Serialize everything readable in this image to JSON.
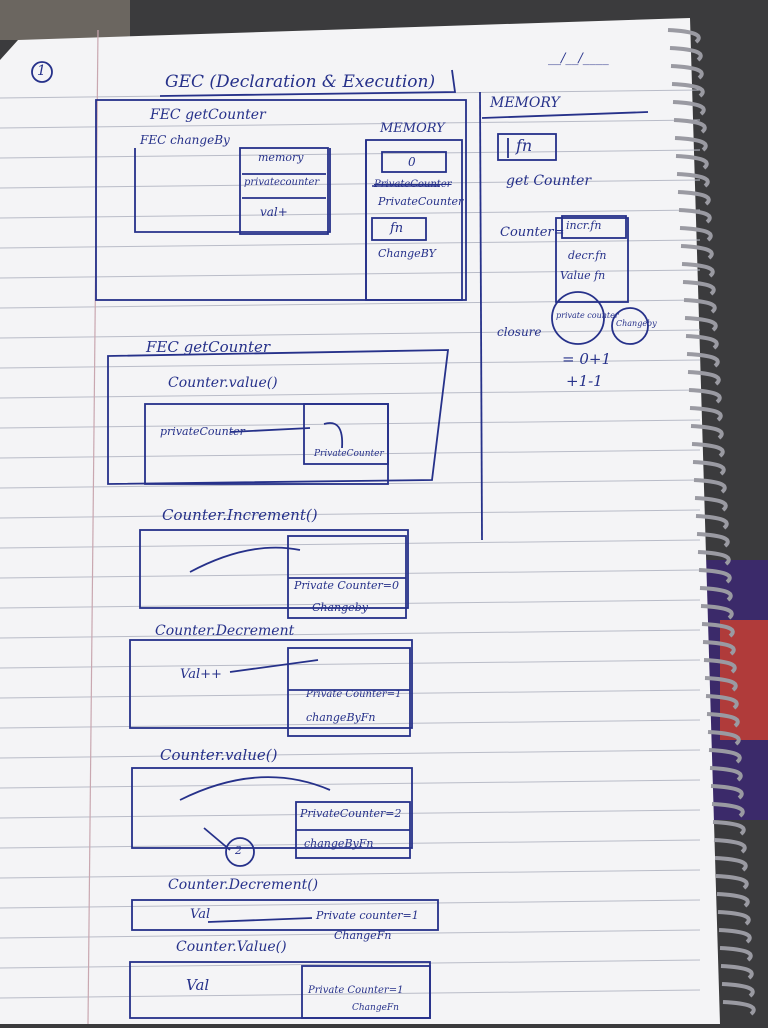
{
  "page": {
    "page_number": "1",
    "date_placeholder": "__/__/____",
    "title": "GEC (Declaration & Execution)"
  },
  "memory_column": {
    "heading": "MEMORY",
    "fn_box": "fn",
    "getCounter_label": "get Counter",
    "counter_label": "Counter=",
    "counter_items": [
      "incr.fn",
      "decr.fn",
      "Value fn"
    ],
    "closure_label": "closure",
    "closure_circle": "private counter",
    "closure_circle2": "Changeby",
    "eq_line1": "= 0+1",
    "eq_line2": "+1-1"
  },
  "fec_getCounter_top": {
    "label": "FEC getCounter",
    "inner_label": "FEC changeBy",
    "inner_rows": [
      "memory",
      "privatecounter",
      "val+"
    ],
    "memory_heading": "MEMORY",
    "memory_value": "0",
    "memory_struck": "PrivateCounter",
    "memory_row2": "PrivateCounter",
    "memory_row3": "fn",
    "memory_row4": "ChangeBY"
  },
  "fec_getCounter_2": {
    "label": "FEC getCounter",
    "call": "Counter.value()",
    "inner_left": "privateCounter",
    "inner_right": "PrivateCounter"
  },
  "blocks": [
    {
      "call": "Counter.Increment()",
      "left": "",
      "right1": "Private Counter=0",
      "right2": "Changeby"
    },
    {
      "call": "Counter.Decrement",
      "left": "Val++",
      "right1": "Private Counter=1",
      "right2": "changeByFn"
    },
    {
      "call": "Counter.value()",
      "left": "",
      "right1": "PrivateCounter=2",
      "right2": "changeByFn",
      "circle": "2"
    },
    {
      "call": "Counter.Decrement()",
      "left": "Val",
      "right1": "Private counter=1",
      "right2": "ChangeFn"
    },
    {
      "call": "Counter.Value()",
      "left": "Val",
      "right1": "Private Counter=1",
      "right2": "ChangeFn"
    }
  ]
}
